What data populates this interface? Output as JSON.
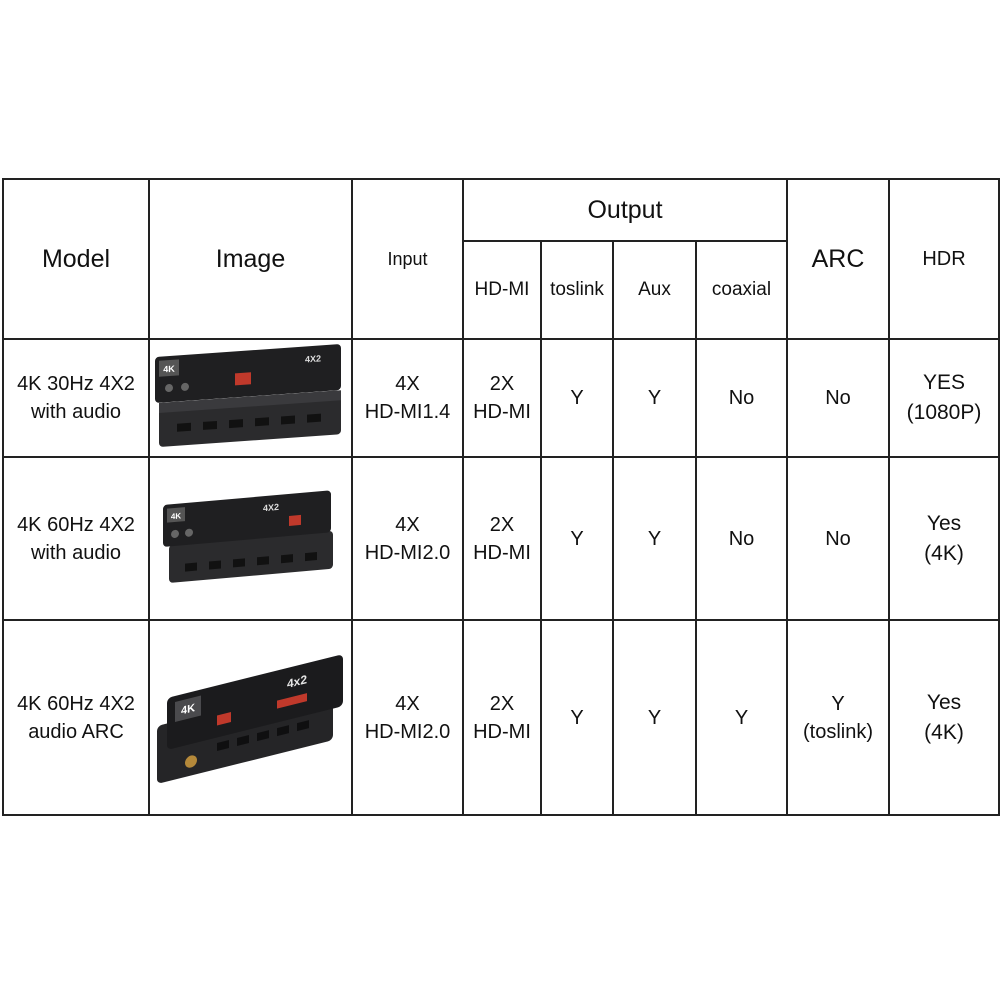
{
  "headers": {
    "model": "Model",
    "image": "Image",
    "input": "Input",
    "output": "Output",
    "arc": "ARC",
    "hdr": "HDR",
    "output_cols": [
      "HD-MI",
      "toslink",
      "Aux",
      "coaxial"
    ]
  },
  "rows": [
    {
      "model_line1": "4K 30Hz 4X2",
      "model_line2": "with audio",
      "input_line1": "4X",
      "input_line2": "HD-MI1.4",
      "hdmi_line1": "2X",
      "hdmi_line2": "HD-MI",
      "toslink": "Y",
      "aux": "Y",
      "coaxial": "No",
      "arc_line1": "No",
      "arc_line2": "",
      "hdr_line1": "YES",
      "hdr_line2": "(1080P)",
      "device_badge": "4K",
      "device_model": "4X2"
    },
    {
      "model_line1": "4K 60Hz 4X2",
      "model_line2": "with audio",
      "input_line1": "4X",
      "input_line2": "HD-MI2.0",
      "hdmi_line1": "2X",
      "hdmi_line2": "HD-MI",
      "toslink": "Y",
      "aux": "Y",
      "coaxial": "No",
      "arc_line1": "No",
      "arc_line2": "",
      "hdr_line1": "Yes",
      "hdr_line2": "(4K)",
      "device_badge": "4K",
      "device_model": "4X2"
    },
    {
      "model_line1": "4K 60Hz 4X2",
      "model_line2": "audio ARC",
      "input_line1": "4X",
      "input_line2": "HD-MI2.0",
      "hdmi_line1": "2X",
      "hdmi_line2": "HD-MI",
      "toslink": "Y",
      "aux": "Y",
      "coaxial": "Y",
      "arc_line1": "Y",
      "arc_line2": "(toslink)",
      "hdr_line1": "Yes",
      "hdr_line2": "(4K)",
      "device_badge": "4K",
      "device_model": "4x2"
    }
  ]
}
